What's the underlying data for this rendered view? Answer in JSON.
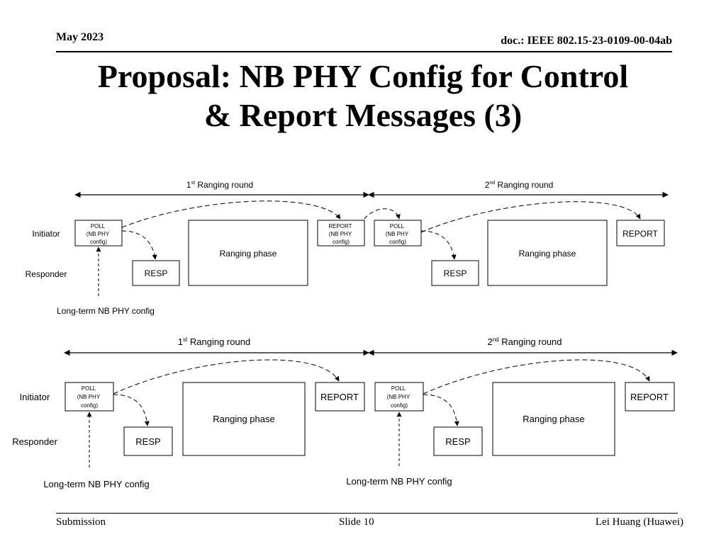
{
  "header": {
    "date": "May 2023",
    "doc_id": "doc.: IEEE 802.15-23-0109-00-04ab"
  },
  "title": {
    "line1": "Proposal: NB PHY Config for Control",
    "line2": "& Report Messages (3)"
  },
  "diagram": {
    "top": {
      "round1": {
        "label": "Ranging round",
        "sup": "st",
        "num": "1"
      },
      "round2": {
        "label": "Ranging round",
        "sup": "nd",
        "num": "2"
      },
      "initiator": "Initiator",
      "responder": "Responder",
      "poll1": [
        "POLL",
        "(NB PHY",
        "config)"
      ],
      "resp1": "RESP",
      "phase1": "Ranging phase",
      "report1": [
        "REPORT",
        "(NB PHY",
        "config)"
      ],
      "poll2": [
        "POLL",
        "(NB PHY",
        "config)"
      ],
      "resp2": "RESP",
      "phase2": "Ranging phase",
      "report2": "REPORT",
      "longterm": "Long-term NB PHY config"
    },
    "bottom": {
      "round1": {
        "label": "Ranging round",
        "sup": "st",
        "num": "1"
      },
      "round2": {
        "label": "Ranging round",
        "sup": "nd",
        "num": "2"
      },
      "initiator": "Initiator",
      "responder": "Responder",
      "poll1": [
        "POLL",
        "(NB PHY",
        "config)"
      ],
      "resp1": "RESP",
      "phase1": "Ranging phase",
      "report1": "REPORT",
      "poll2": [
        "POLL",
        "(NB PHY",
        "config)"
      ],
      "resp2": "RESP",
      "phase2": "Ranging phase",
      "report2": "REPORT",
      "longterm1": "Long-term NB PHY config",
      "longterm2": "Long-term NB PHY config"
    }
  },
  "footer": {
    "left": "Submission",
    "center": "Slide 10",
    "right": "Lei Huang (Huawei)"
  }
}
